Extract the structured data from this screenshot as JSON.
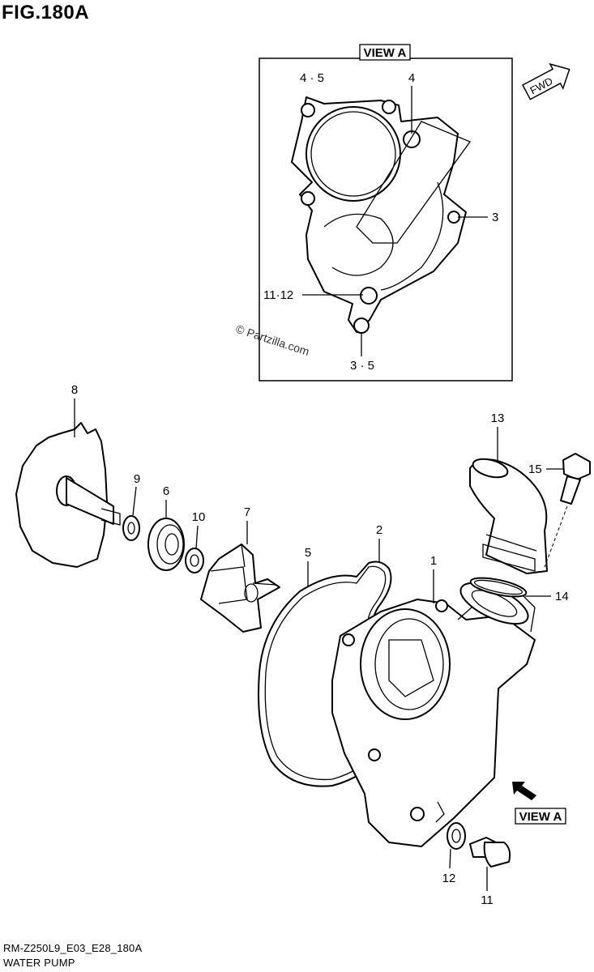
{
  "header": {
    "title": "FIG.180A"
  },
  "view_box": {
    "tag": "VIEW A",
    "fwd": "FWD",
    "watermark": "© Partzilla.com"
  },
  "view_a_pointer": "VIEW A",
  "callouts": {
    "va_4_5": "4 · 5",
    "va_4": "4",
    "va_3": "3",
    "va_11_12": "11·12",
    "va_3_5": "3 · 5",
    "p1": "1",
    "p2": "2",
    "p5": "5",
    "p6": "6",
    "p7": "7",
    "p8": "8",
    "p9": "9",
    "p10": "10",
    "p11": "11",
    "p12": "12",
    "p13": "13",
    "p14": "14",
    "p15": "15"
  },
  "footer": {
    "code": "RM-Z250L9_E03_E28_180A",
    "name": "WATER PUMP"
  }
}
